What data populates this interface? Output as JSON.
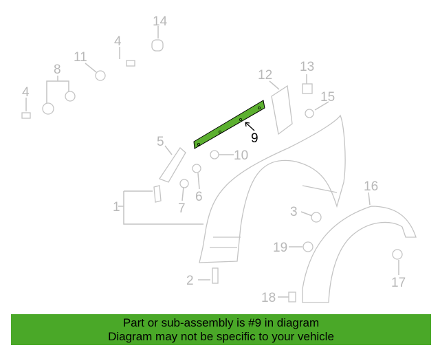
{
  "diagram": {
    "highlighted_part": "9",
    "highlight_color": "#5cb030",
    "labels": [
      "14",
      "4",
      "11",
      "8",
      "4",
      "12",
      "13",
      "15",
      "9",
      "5",
      "10",
      "6",
      "7",
      "1",
      "16",
      "3",
      "19",
      "17",
      "2",
      "18"
    ]
  },
  "banner": {
    "line1": "Part or sub-assembly is #9 in diagram",
    "line2": "Diagram may not be specific to your vehicle",
    "color": "#4aa828"
  }
}
